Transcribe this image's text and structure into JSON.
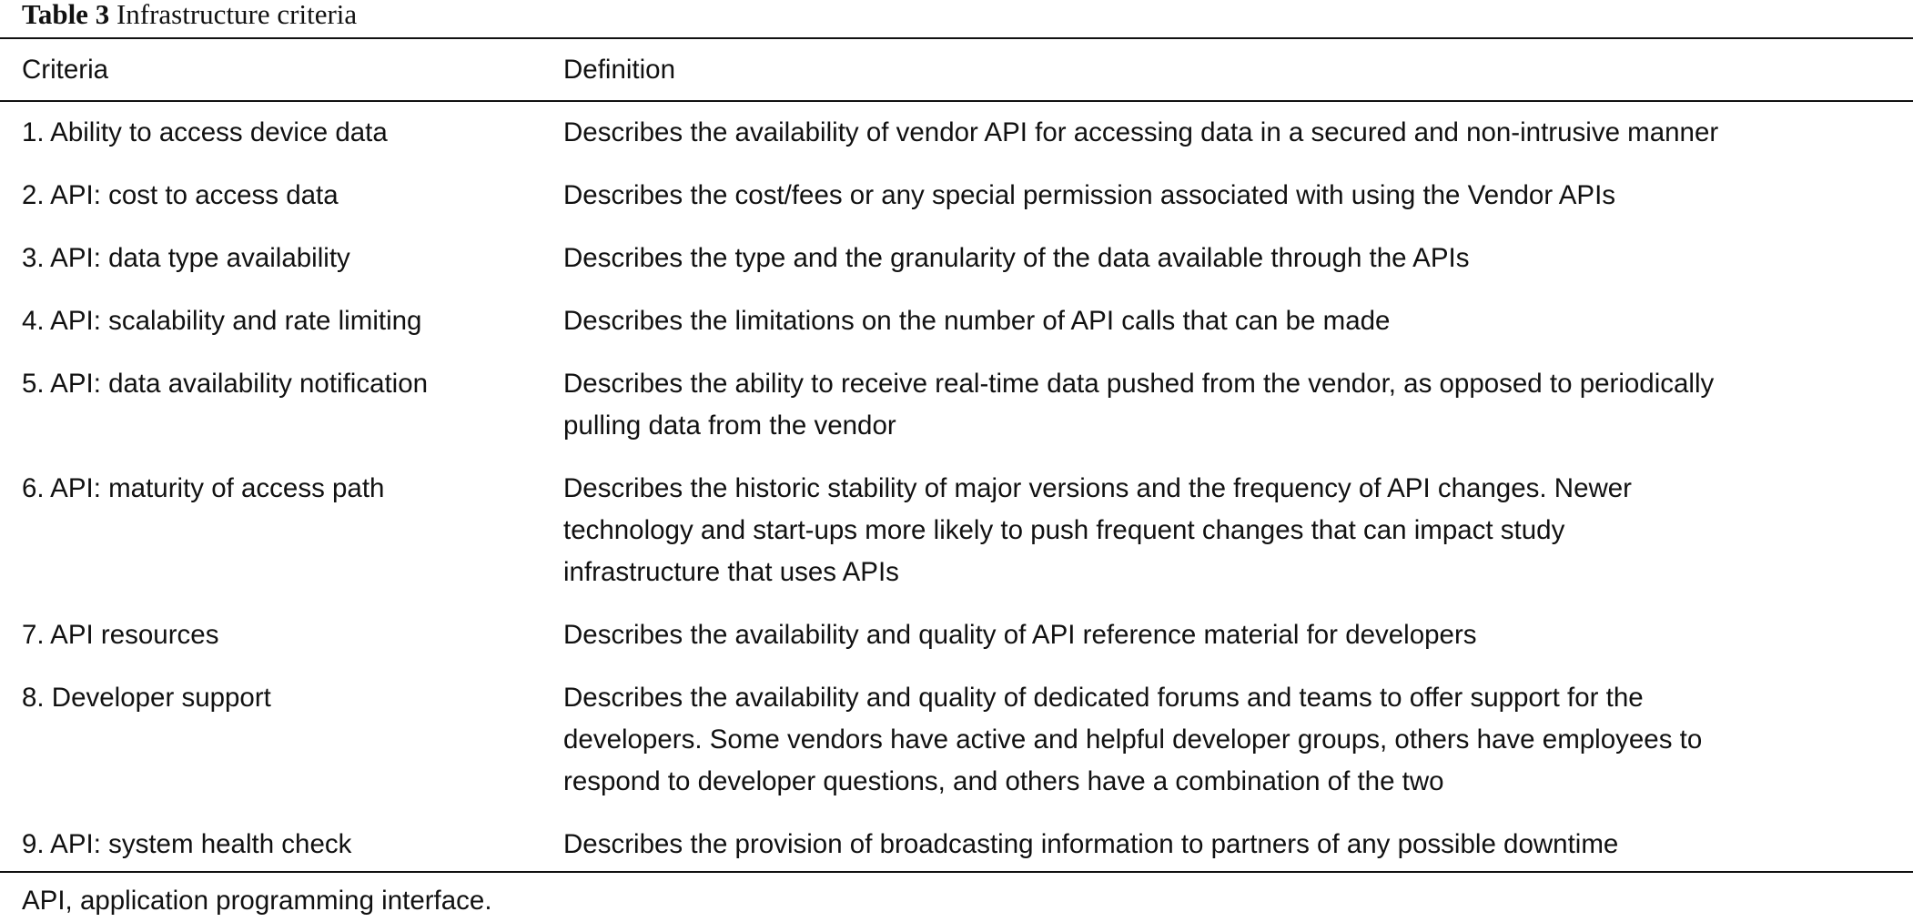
{
  "caption": {
    "label": "Table 3",
    "title": "Infrastructure criteria"
  },
  "table": {
    "columns": [
      "Criteria",
      "Definition"
    ],
    "rows": [
      {
        "criteria": "1. Ability to access device data",
        "definition": [
          "Describes the availability of vendor API for accessing data in a secured and non-intrusive manner"
        ]
      },
      {
        "criteria": "2. API: cost to access data",
        "definition": [
          "Describes the cost/fees or any special permission associated with using the Vendor APIs"
        ]
      },
      {
        "criteria": "3. API: data type availability",
        "definition": [
          "Describes the type and the granularity of the data available through the APIs"
        ]
      },
      {
        "criteria": "4. API: scalability and rate limiting",
        "definition": [
          "Describes the limitations on the number of API calls that can be made"
        ]
      },
      {
        "criteria": "5. API: data availability notification",
        "definition": [
          "Describes the ability to receive real-time data pushed from the vendor, as opposed to periodically",
          "pulling data from the vendor"
        ]
      },
      {
        "criteria": "6. API: maturity of access path",
        "definition": [
          "Describes the historic stability of major versions and the frequency of API changes. Newer",
          "technology and start-ups more likely to push frequent changes that can impact study",
          "infrastructure that uses APIs"
        ]
      },
      {
        "criteria": "7. API resources",
        "definition": [
          "Describes the availability and quality of API reference material for developers"
        ]
      },
      {
        "criteria": "8. Developer support",
        "definition": [
          "Describes the availability and quality of dedicated forums and teams to offer support for the",
          "developers. Some vendors have active and helpful developer groups, others have employees to",
          "respond to developer questions, and others have a combination of the two"
        ]
      },
      {
        "criteria": "9. API: system health check",
        "definition": [
          "Describes the provision of broadcasting information to partners of any possible downtime"
        ]
      }
    ]
  },
  "footnote": "API, application programming interface."
}
